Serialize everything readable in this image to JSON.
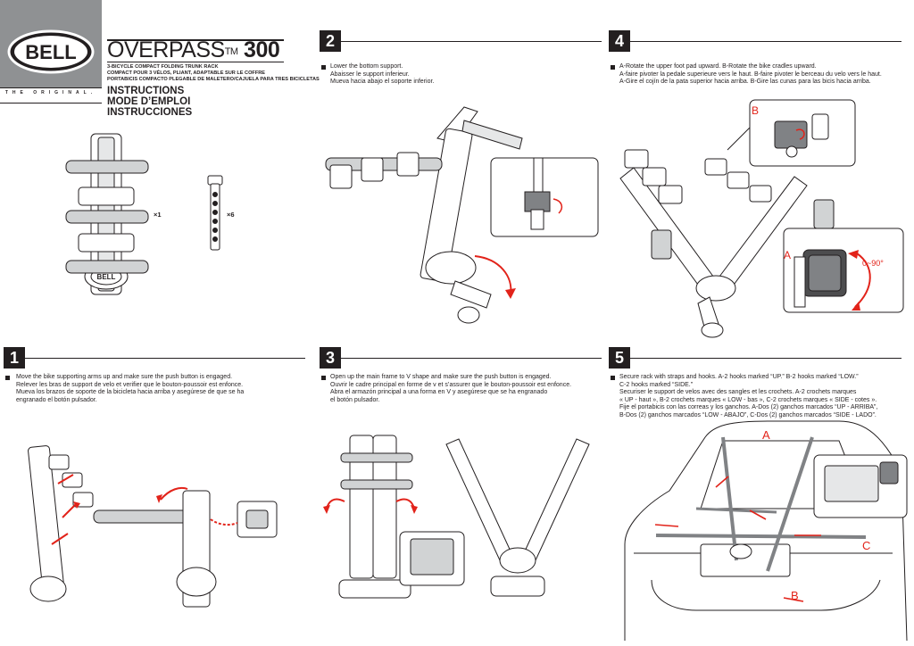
{
  "header": {
    "brand": "BELL",
    "tagline": "THE ORIGINAL.",
    "product_name": "OVERPASS",
    "trademark": "TM",
    "model_number": "300",
    "subtitles": [
      "3-BICYCLE COMPACT FOLDING TRUNK RACK",
      "COMPACT POUR 3 VÉLOS, PLIANT, ADAPTABLE SUR LE COFFRE",
      "PORTABICIS COMPACTO PLEGABLE DE MALETERO/CAJUELA PARA TRES BICICLETAS"
    ],
    "instructions": [
      "INSTRUCTIONS",
      "MODE D’EMPLOI",
      "INSTRUCCIONES"
    ]
  },
  "parts": {
    "rack_qty": "×1",
    "strap_qty": "×6"
  },
  "steps": [
    {
      "number": "1",
      "text": "Move the bike supporting arms up and make sure the push button is engaged.\nRelever les bras de support de velo et verifier que le bouton-poussoir est enfonce.\nMueva los brazos de soporte de la bicicleta hacia arriba y asegúrese de que se ha\nengranado el botón pulsador."
    },
    {
      "number": "2",
      "text": "Lower the bottom support.\nAbaisser le support inferieur.\nMueva hacia abajo el soporte inferior."
    },
    {
      "number": "3",
      "text": "Open up the main frame to V shape and make sure the push button is engaged.\nOuvrir le cadre principal en forme de v et s’assurer que le bouton-poussoir est enfonce.\nAbra el armazón principal a una forma en V y asegúrese que se ha engranado\nel botón pulsador."
    },
    {
      "number": "4",
      "text": "A-Rotate the upper foot pad upward. B-Rotate the bike cradles upward.\nA-faire pivoter la pedale superieure vers le haut. B-faire pivoter le berceau du velo vers le haut.\nA-Gire el cojín de la pata superior hacia arriba. B-Gire las cunas para las bicis hacia arriba."
    },
    {
      "number": "5",
      "text": "Secure rack with straps and hooks. A-2 hooks marked “UP.” B-2 hooks marked “LOW.”\nC-2 hooks marked “SIDE.”\nSecuriser le support de velos avec des sangles et les crochets. A-2 crochets marques\n« UP - haut », B-2 crochets marques « LOW - bas », C-2 crochets marques « SIDE - cotes ».\nFije el portabicis con las correas y los ganchos. A-Dos (2) ganchos marcados “UP - ARRIBA”,\nB-Dos (2) ganchos marcados “LOW - ABAJO”, C-Dos (2) ganchos marcados “SIDE - LADO”."
    }
  ],
  "callouts": {
    "step4_a": "A",
    "step4_b": "B",
    "step4_angle": "0~90°",
    "step5_a": "A",
    "step5_b": "B",
    "step5_c": "C"
  },
  "colors": {
    "ink": "#231f20",
    "logo_gray": "#8f9193",
    "accent_red": "#e2231a",
    "part_gray": "#a7a9ac"
  }
}
